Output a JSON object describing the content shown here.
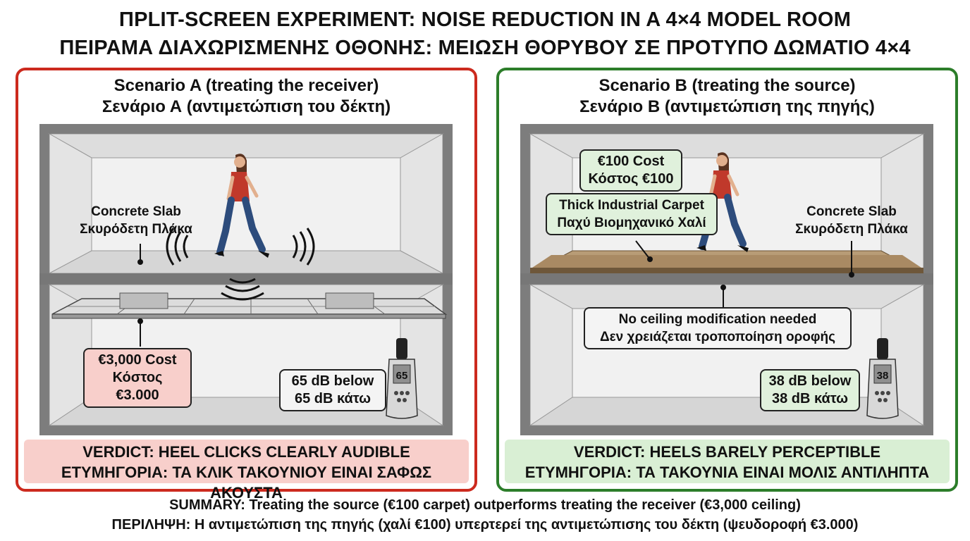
{
  "title": {
    "line1": "ΠPLIT-SCREEN EXPERIMENT: NOISE REDUCTION IN A 4×4 MODEL ROOM",
    "line2": "ΠΕΙΡΑΜΑ ΔΙΑΧΩΡΙΣΜΕΝΗΣ ΟΘΟΝΗΣ: ΜΕΙΩΣΗ ΘΟΡΥΒΟΥ ΣΕ ΠΡΟΤΥΠΟ ΔΩΜΑΤΙΟ 4×4"
  },
  "scenario_a": {
    "heading_en": "Scenario A (treating the receiver)",
    "heading_el": "Σενάριο Α (αντιμετώπιση του δέκτη)",
    "slab_en": "Concrete Slab",
    "slab_el": "Σκυρόδετη Πλάκα",
    "cost_en": "€3,000 Cost",
    "cost_el": "Κόστος €3.000",
    "db_en": "65 dB below",
    "db_el": "65 dB κάτω",
    "meter_display": "65",
    "verdict_en": "VERDICT: HEEL CLICKS CLEARLY AUDIBLE",
    "verdict_el": "ΕΤΥΜΗΓΟΡΙΑ: ΤΑ ΚΛΙΚ ΤΑΚΟΥΝΙΟΥ ΕΙΝΑΙ ΣΑΦΩΣ ΑΚΟΥΣΤΑ",
    "accent": "#cc2a1e"
  },
  "scenario_b": {
    "heading_en": "Scenario B (treating the source)",
    "heading_el": "Σενάριο Β (αντιμετώπιση της πηγής)",
    "cost_en": "€100 Cost",
    "cost_el": "Κόστος €100",
    "carpet_en": "Thick Industrial Carpet",
    "carpet_el": "Παχύ Βιομηχανικό Χαλί",
    "slab_en": "Concrete Slab",
    "slab_el": "Σκυρόδετη Πλάκα",
    "ceiling_en": "No ceiling modification needed",
    "ceiling_el": "Δεν χρειάζεται τροποποίηση οροφής",
    "db_en": "38 dB below",
    "db_el": "38 dB κάτω",
    "meter_display": "38",
    "verdict_en": "VERDICT: HEELS BARELY PERCEPTIBLE",
    "verdict_el": "ΕΤΥΜΗΓΟΡΙΑ: ΤΑ ΤΑΚΟΥΝΙΑ ΕΙΝΑΙ ΜΟΛΙΣ ΑΝΤΙΛΗΠΤΑ",
    "accent": "#2c7d2a"
  },
  "summary": {
    "line1": "SUMMARY: Treating the source (€100 carpet) outperforms treating the receiver (€3,000 ceiling)",
    "line2": "ΠΕΡΙΛΗΨΗ: Η αντιμετώπιση της πηγής (χαλί €100) υπερτερεί της αντιμετώπισης του δέκτη (ψευδοροφή €3.000)"
  }
}
